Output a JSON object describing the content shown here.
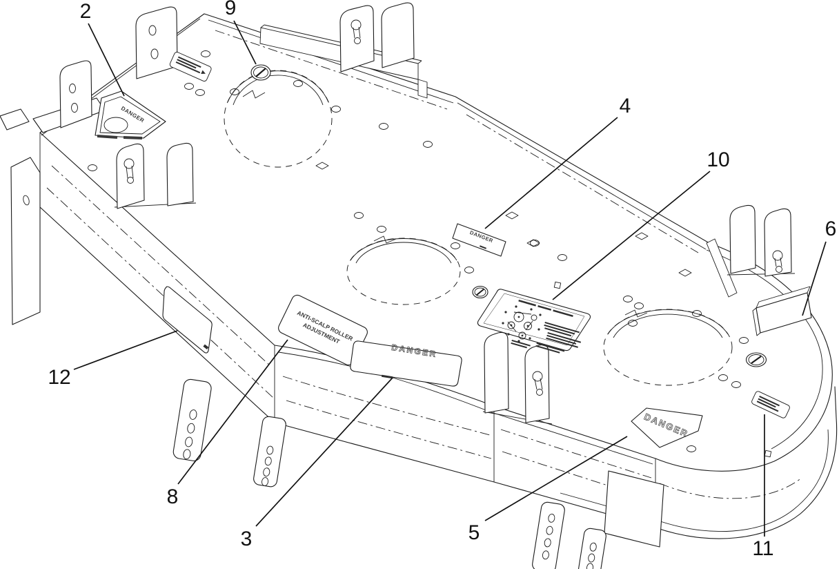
{
  "figure": {
    "background": "#ffffff",
    "line_color": "#1a1a1a"
  },
  "callouts": {
    "2": "2",
    "3": "3",
    "4": "4",
    "5": "5",
    "6": "6",
    "8": "8",
    "9": "9",
    "10": "10",
    "11": "11",
    "12": "12"
  },
  "decals": {
    "danger_corner": {
      "text": "DANGER"
    },
    "danger_front": {
      "text": "DANGER"
    },
    "danger_top": {
      "text": "DANGER"
    },
    "danger_pentagon": {
      "text": "DANGER"
    },
    "anti_scalp": {
      "line1": "ANTI-SCALP ROLLER",
      "line2": "ADJUSTMENT"
    }
  }
}
